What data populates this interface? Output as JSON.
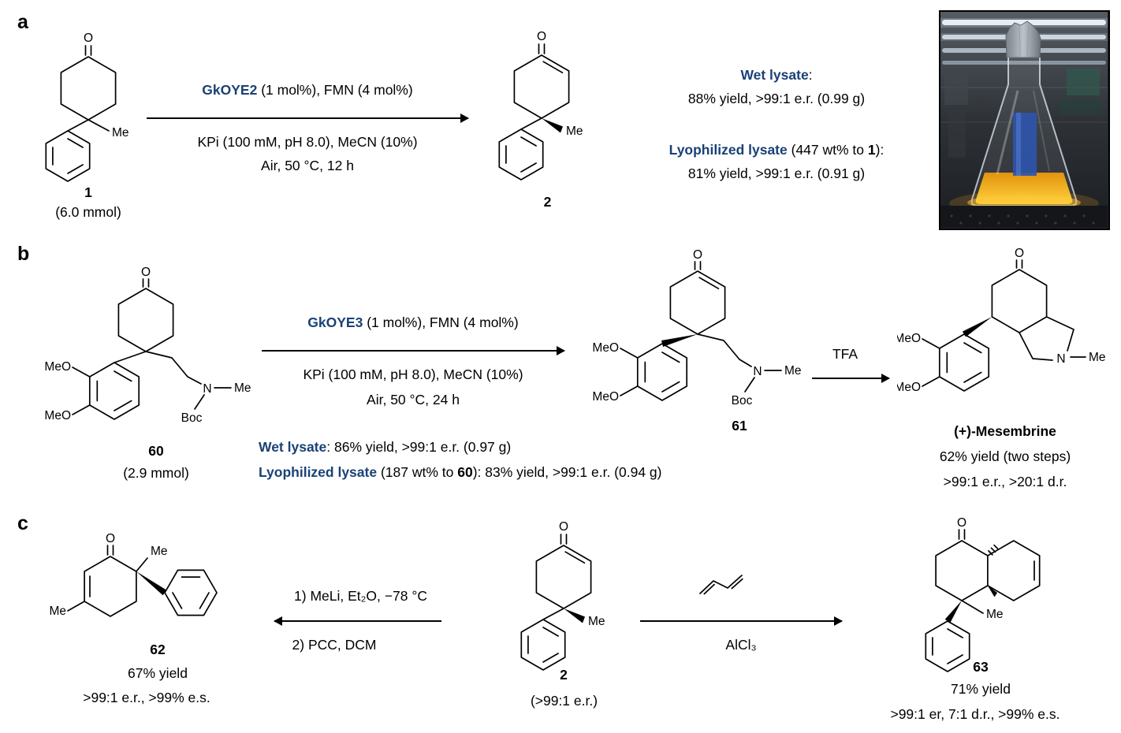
{
  "colors": {
    "accent_blue": "#1a4176",
    "text_black": "#000000"
  },
  "atoms": {
    "O": "O",
    "Me": "Me",
    "MeO": "MeO",
    "N": "N",
    "Boc": "Boc"
  },
  "panel_a": {
    "label": "a",
    "compound1": {
      "number": "1",
      "amount": "(6.0 mmol)"
    },
    "conditions": {
      "enzyme": "GkOYE2",
      "line1_rest": " (1 mol%), FMN (4 mol%)",
      "line2": "KPi (100 mM, pH 8.0), MeCN (10%)",
      "line3": "Air, 50 °C, 12 h"
    },
    "compound2": {
      "number": "2"
    },
    "results": {
      "wet_label": "Wet lysate",
      "wet_colon": ":",
      "wet_value": "88% yield, >99:1 e.r. (0.99 g)",
      "lyo_label": "Lyophilized lysate",
      "lyo_pre": " (447 wt% to ",
      "lyo_num": "1",
      "lyo_post": "):",
      "lyo_value": "81% yield, >99:1 e.r. (0.91 g)"
    }
  },
  "panel_b": {
    "label": "b",
    "compound60": {
      "number": "60",
      "amount": "(2.9 mmol)"
    },
    "conditions": {
      "enzyme": "GkOYE3",
      "line1_rest": " (1 mol%), FMN (4 mol%)",
      "line2": "KPi (100 mM, pH 8.0), MeCN (10%)",
      "line3": "Air, 50 °C, 24 h"
    },
    "results": {
      "wet_label": "Wet lysate",
      "wet_rest": ": 86% yield, >99:1 e.r. (0.97 g)",
      "lyo_label": "Lyophilized lysate",
      "lyo_pre": " (187 wt% to ",
      "lyo_num": "60",
      "lyo_post": "): 83% yield, >99:1 e.r. (0.94 g)"
    },
    "compound61": {
      "number": "61"
    },
    "tfa_label": "TFA",
    "mesembrine": {
      "name": "(+)-Mesembrine",
      "yield": "62% yield (two steps)",
      "stereo": ">99:1 e.r., >20:1 d.r."
    }
  },
  "panel_c": {
    "label": "c",
    "compound62": {
      "number": "62",
      "yield": "67% yield",
      "stereo": ">99:1 e.r., >99% e.s."
    },
    "left_conditions": {
      "line1": "1) MeLi, Et₂O, −78 °C",
      "line2": "2) PCC, DCM"
    },
    "compound2": {
      "number": "2",
      "stereo": "(>99:1 e.r.)"
    },
    "right_conditions": {
      "reagent": "AlCl₃"
    },
    "compound63": {
      "number": "63",
      "yield": "71% yield",
      "stereo": ">99:1 er, 7:1 d.r., >99% e.s."
    }
  }
}
